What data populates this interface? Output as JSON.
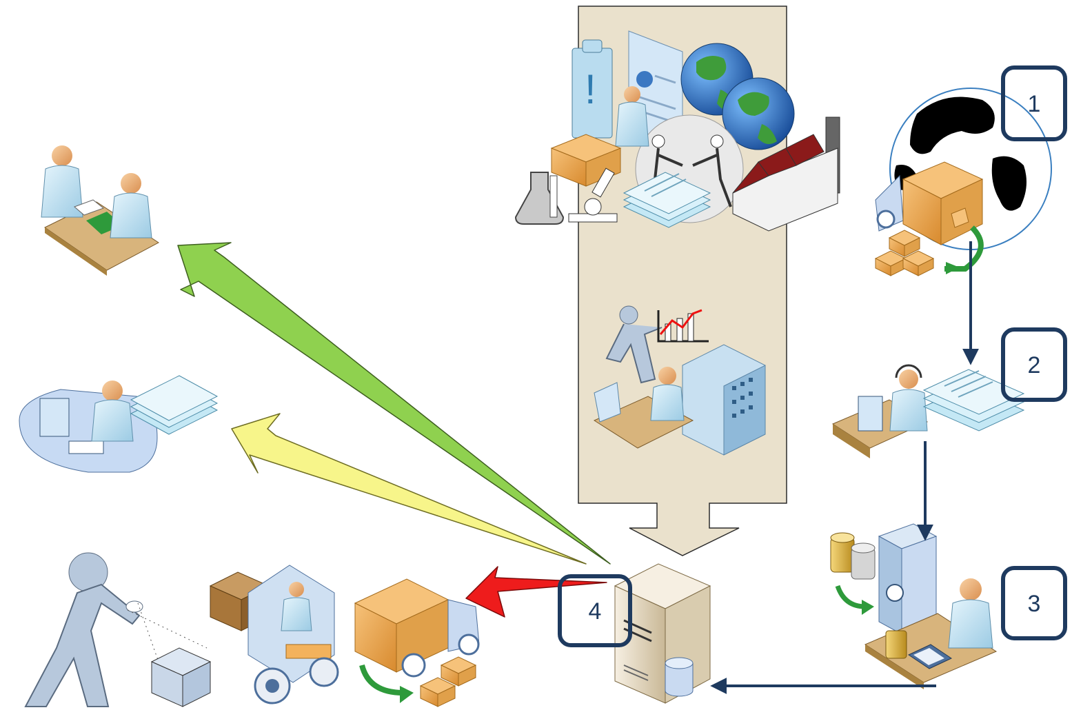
{
  "steps": [
    {
      "label": "1"
    },
    {
      "label": "2"
    },
    {
      "label": "3"
    },
    {
      "label": "4"
    }
  ],
  "colors": {
    "column": "#eae1cc",
    "column_border": "#2b2b2b",
    "step_box": "#1e3a5f",
    "flow_arrow": "#1e3a5f",
    "arrow_green": "#8fd14f",
    "arrow_yellow": "#f7f58a",
    "arrow_red": "#ee1c1c",
    "person_skin": "#f1b37d",
    "person_shirt": "#cce9f6",
    "desk": "#d8b47c",
    "box": "#f3b25c",
    "truck": "#c9daf1",
    "globe_blue": "#2f7bd6",
    "globe_green": "#3f9c3a",
    "factory_roof": "#8b1a1a",
    "server": "#efe5d2",
    "document": "#c4e8f5"
  },
  "icons": [
    "globe-icon",
    "delivery-truck-icon",
    "boxes-icon",
    "headset-operator-icon",
    "document-stack-icon",
    "coins-icon",
    "safe-icon",
    "accountant-icon",
    "calculator-icon",
    "server-icon",
    "database-icon",
    "clipboard-icon",
    "flask-icon",
    "microscope-icon",
    "factory-icon",
    "handshake-icon",
    "presenter-icon",
    "office-building-icon",
    "forklift-icon",
    "walking-person-icon",
    "open-box-icon",
    "customer-service-desk-icon",
    "office-desk-icon"
  ]
}
